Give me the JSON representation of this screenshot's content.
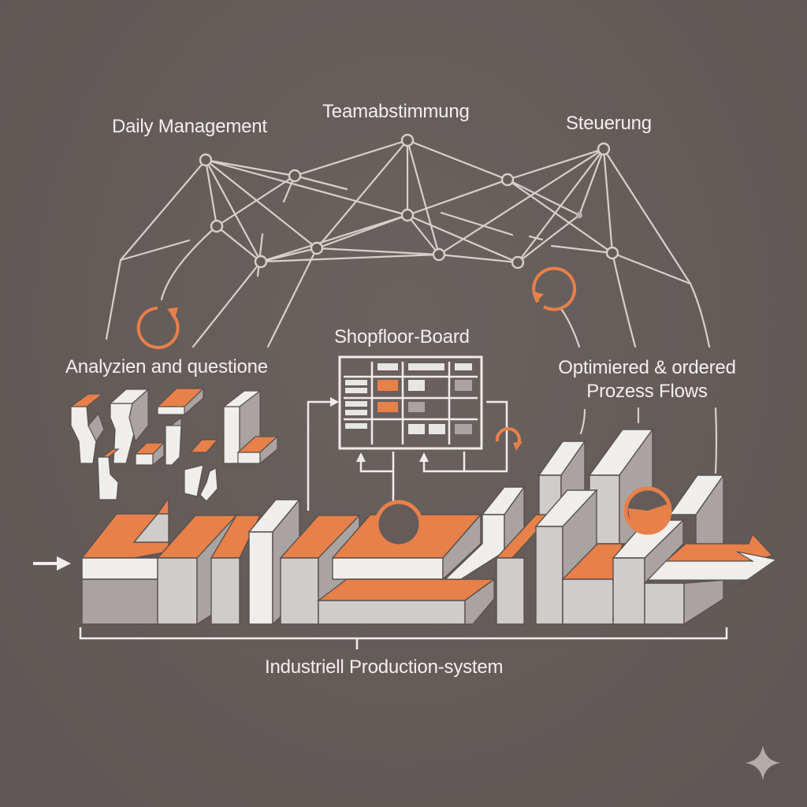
{
  "diagram": {
    "title": "Industriell Production-system",
    "labels": {
      "daily_management": "Daily Management",
      "teamabstimmung": "Teamabstimmung",
      "steuerung": "Steuerung",
      "analyze": "Analyzien and questione",
      "shopfloor_board": "Shopfloor-Board",
      "optimized_line1": "Optimiered & ordered",
      "optimized_line2": "Prozess Flows",
      "system": "Industriell Production-system"
    },
    "colors": {
      "background": "#655c59",
      "accent": "#e8804a",
      "line": "#d9d4d0",
      "block_light": "#efeeec",
      "block_mid": "#cfcccb",
      "block_dark": "#a9a4a2"
    },
    "icons": {
      "cycle_left": "refresh-cycle-icon",
      "cycle_right": "refresh-cycle-icon",
      "cycle_board": "loop-arrow-icon",
      "input_arrow": "arrow-right-icon",
      "output_arrow": "arrow-right-icon",
      "watermark": "sparkle-icon"
    }
  }
}
